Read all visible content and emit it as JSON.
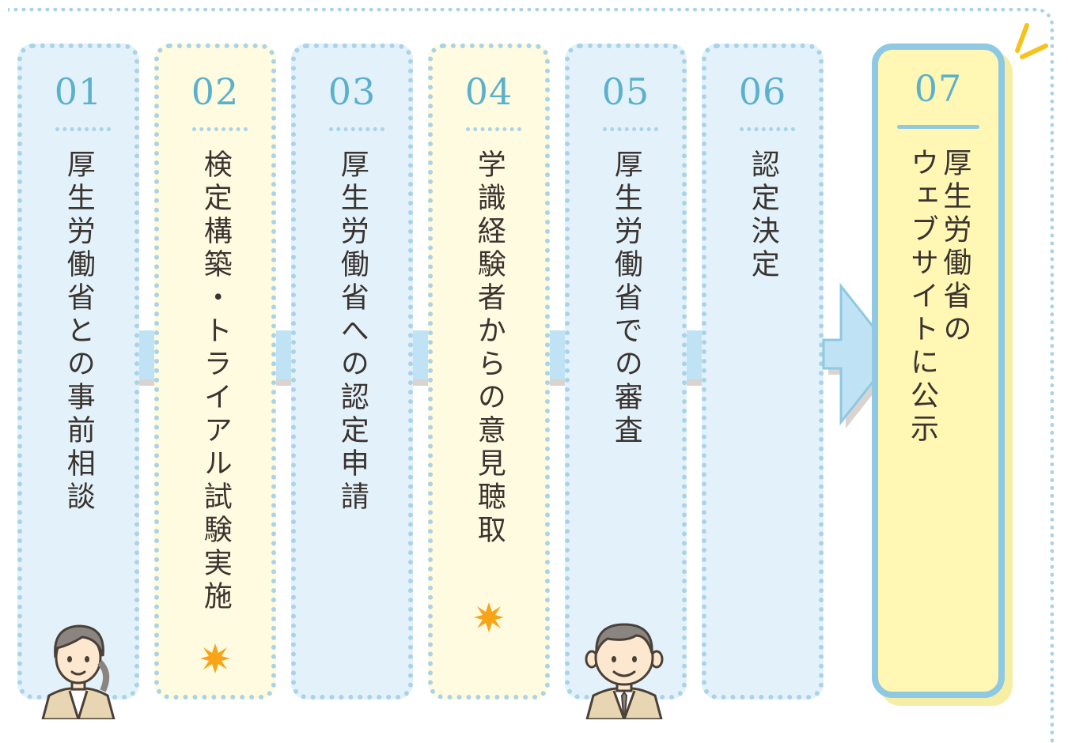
{
  "steps": [
    {
      "num": "01",
      "label": "厚生労働省との事前相談"
    },
    {
      "num": "02",
      "label": "検定構築・トライアル試験実施",
      "star": true
    },
    {
      "num": "03",
      "label": "厚生労働省への認定申請"
    },
    {
      "num": "04",
      "label": "学識経験者からの意見聴取",
      "star": true
    },
    {
      "num": "05",
      "label": "厚生労働省での審査"
    },
    {
      "num": "06",
      "label": "認定決定"
    }
  ],
  "final_step": {
    "num": "07",
    "label": "厚生労働省の\nウェブサイトに公示"
  },
  "colors": {
    "blue_panel": "#e3f2fa",
    "yellow_panel": "#fffbe0",
    "dotted_border": "#a9d3e8",
    "number": "#5bb1cc",
    "star": "#f7a418",
    "final_fill": "#fff7b3"
  },
  "icons": [
    "star-icon",
    "person-woman-icon",
    "person-man-icon",
    "right-arrow-icon",
    "sparkle-lines-icon"
  ]
}
